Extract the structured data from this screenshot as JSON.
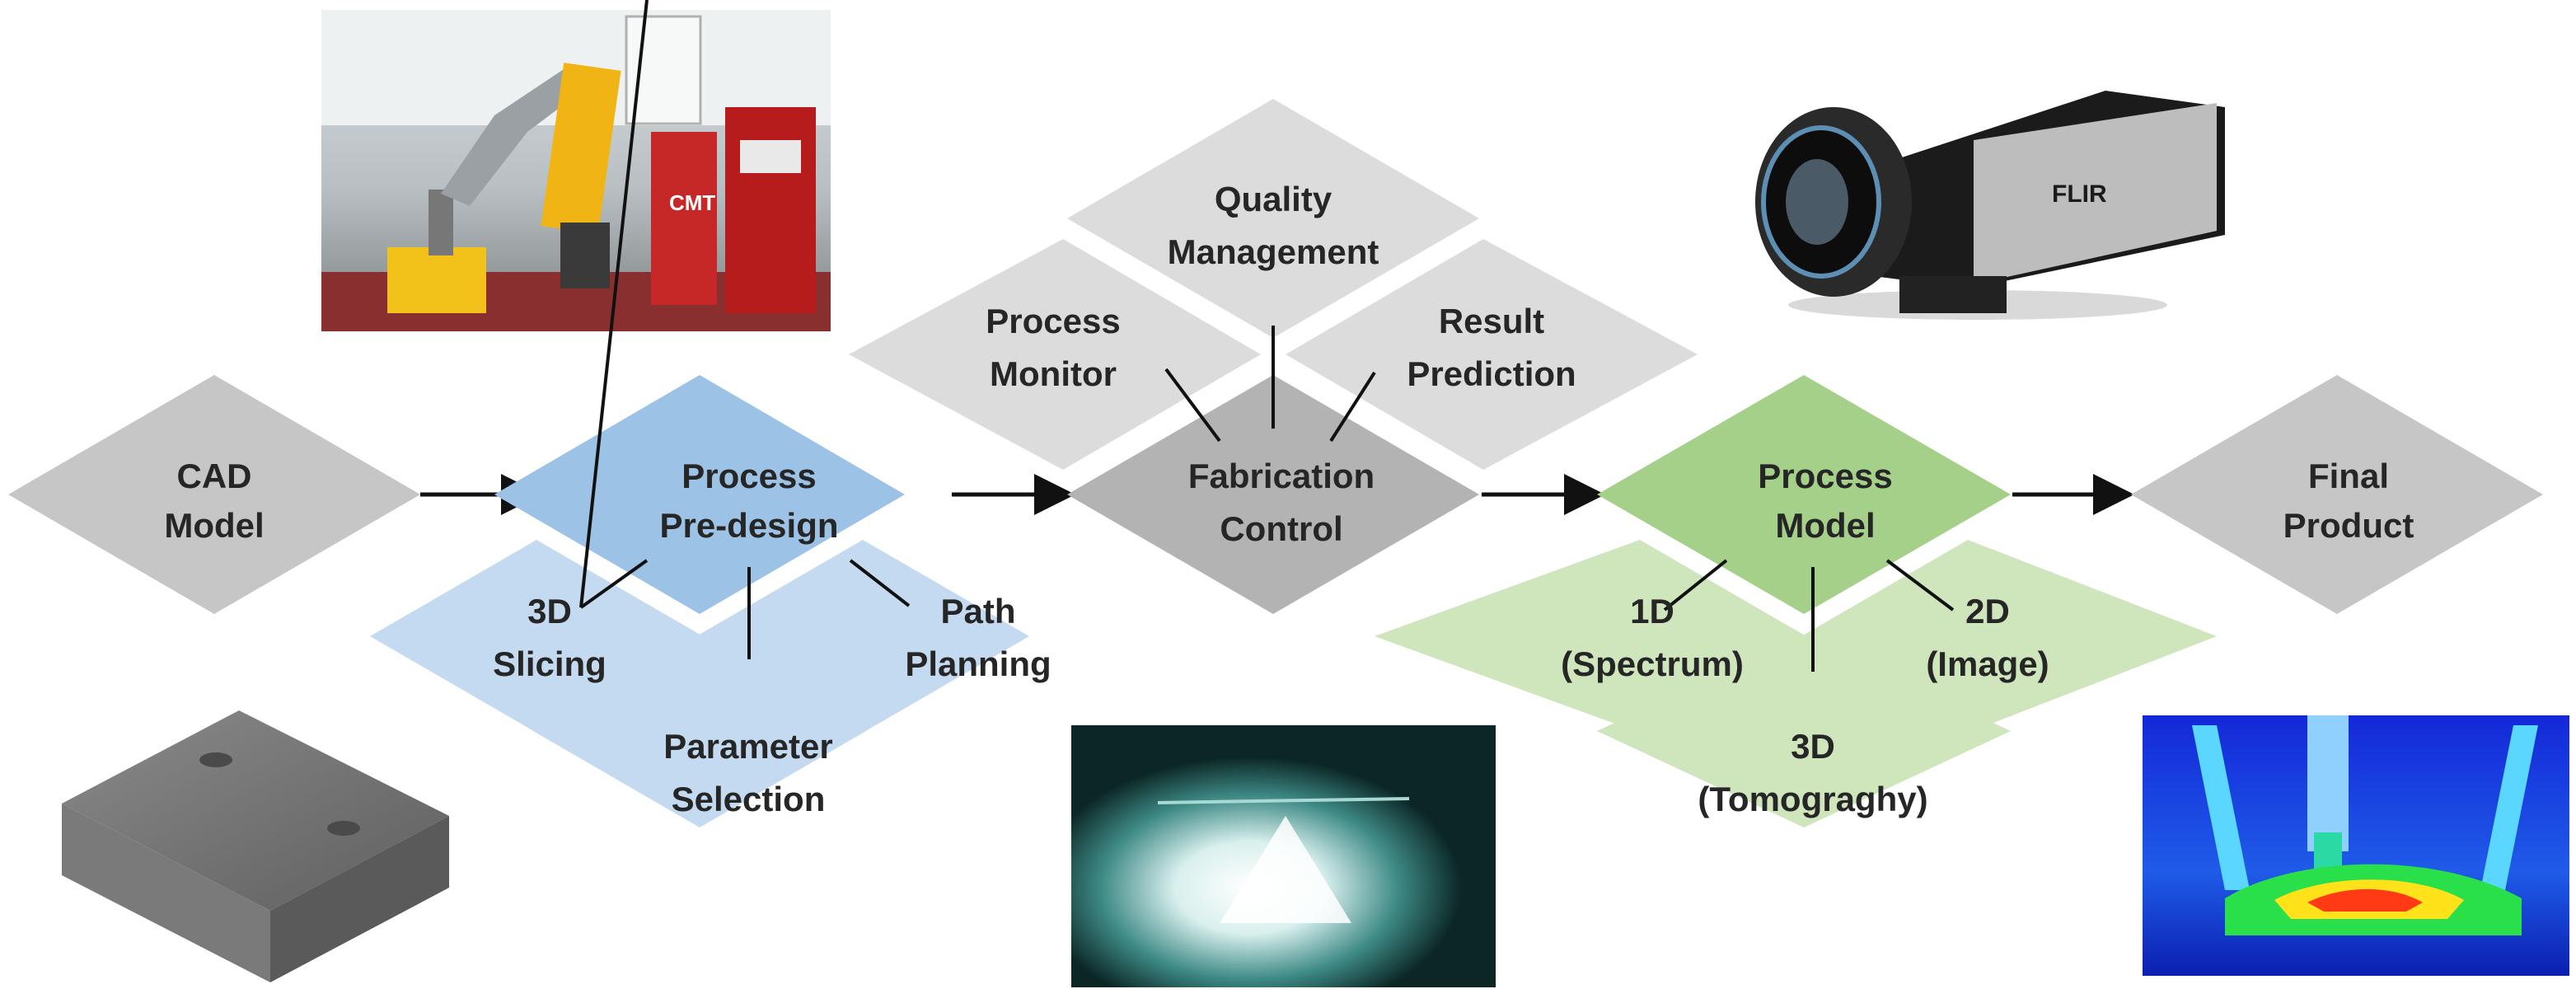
{
  "colors": {
    "gray_node": "#c6c6c6",
    "gray_dark": "#b3b3b3",
    "blue_main": "#9cc2e6",
    "blue_light": "#c3daf1",
    "green_main": "#a5d08a",
    "green_light": "#cfe6bd",
    "quad_light": "#dcdcdc",
    "text": "#262626"
  },
  "nodes": {
    "cad_model": [
      "CAD",
      "Model"
    ],
    "process_predesign": [
      "Process",
      "Pre-design"
    ],
    "slicing_3d": [
      "3D",
      "Slicing"
    ],
    "path_planning": [
      "Path",
      "Planning"
    ],
    "parameter_selection": [
      "Parameter",
      "Selection"
    ],
    "fabrication_control": [
      "Fabrication",
      "Control"
    ],
    "quality_management": [
      "Quality",
      "Management"
    ],
    "process_monitor": [
      "Process",
      "Monitor"
    ],
    "result_prediction": [
      "Result",
      "Prediction"
    ],
    "process_model": [
      "Process",
      "Model"
    ],
    "d1_spectrum": [
      "1D",
      "(Spectrum)"
    ],
    "d2_image": [
      "2D",
      "(Image)"
    ],
    "d3_tomography": [
      "3D",
      "(Tomograghy)"
    ],
    "final_product": [
      "Final",
      "Product"
    ]
  },
  "images": {
    "robot_cell": {
      "icons": [
        "welding-robot-icon",
        "welding-power-source-icon"
      ],
      "labels": [
        "CMT"
      ]
    },
    "camera": {
      "icons": [
        "thermal-camera-icon"
      ],
      "labels": [
        "FLIR"
      ]
    },
    "cad_block": {
      "icons": [
        "cad-block-icon"
      ]
    },
    "arc_photo": {
      "icons": [
        "welding-arc-icon"
      ]
    },
    "thermal_image": {
      "icons": [
        "thermal-image-icon"
      ]
    }
  }
}
